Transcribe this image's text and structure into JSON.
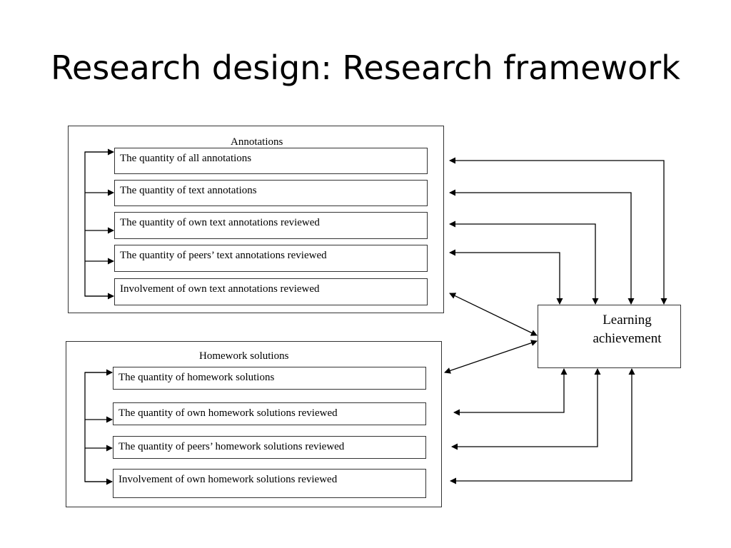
{
  "title": "Research design: Research framework",
  "annotations": {
    "label": "Annotations",
    "items": [
      "The quantity of all annotations",
      "The quantity of text annotations",
      "The quantity of own text annotations reviewed",
      "The quantity of peers’ text annotations reviewed",
      "Involvement of own text annotations reviewed"
    ]
  },
  "homework": {
    "label": "Homework solutions",
    "items": [
      "The quantity of homework solutions",
      "The quantity of own homework solutions reviewed",
      "The quantity of peers’ homework solutions reviewed",
      "Involvement of own homework solutions reviewed"
    ]
  },
  "outcome": {
    "line1": "Learning",
    "line2": "achievement"
  }
}
